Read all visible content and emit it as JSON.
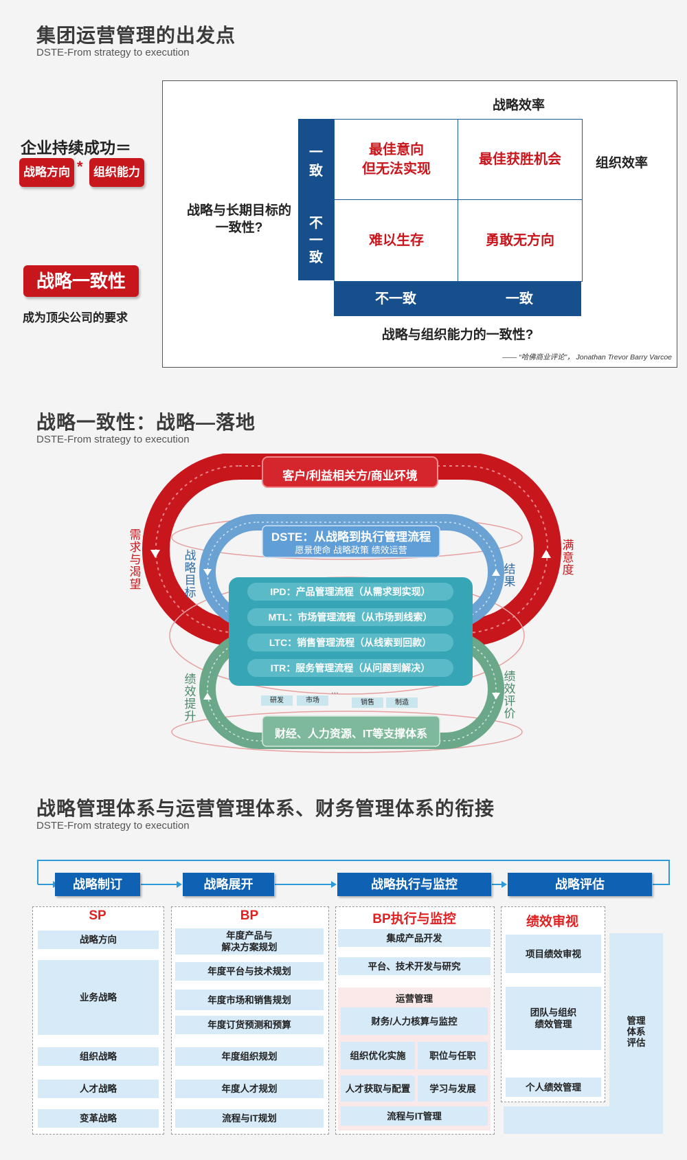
{
  "section1": {
    "title": "集团运营管理的出发点",
    "subtitle": "DSTE-From strategy to execution",
    "success_label": "企业持续成功＝",
    "factor_a": "战略方向",
    "multiply": "*",
    "factor_b": "组织能力",
    "consistency_badge": "战略一致性",
    "consistency_caption": "成为顶尖公司的要求",
    "matrix": {
      "top_label": "战略效率",
      "right_label": "组织效率",
      "left_label_line1": "战略与长期目标的",
      "left_label_line2": "一致性?",
      "row_top": "一\n致",
      "row_bottom": "不\n一\n致",
      "col_left": "不一致",
      "col_right": "一致",
      "bottom_label": "战略与组织能力的一致性?",
      "cell_tl": "最佳意向\n但无法实现",
      "cell_tr": "最佳获胜机会",
      "cell_bl": "难以生存",
      "cell_br": "勇敢无方向",
      "source": "——  “哈佛商业评论”， Jonathan Trevor Barry Varcoe"
    }
  },
  "section2": {
    "title": "战略一致性：战略—落地",
    "subtitle": "DSTE-From strategy to execution",
    "outer_top": "客户/利益相关方/商业环境",
    "outer_left": "需\n求\n与\n渴\n望",
    "outer_right": "满\n意\n度",
    "dste_title": "DSTE：从战略到执行管理流程",
    "dste_sub": "愿景使命 战略政策 绩效运营",
    "blue_left": "战\n略\n目\n标",
    "blue_right": "结\n果",
    "processes": [
      "IPD：产品管理流程（从需求到实现）",
      "MTL：市场管理流程（从市场到线索）",
      "LTC：销售管理流程（从线索到回款）",
      "ITR：服务管理流程（从问题到解决）"
    ],
    "green_left": "绩\n效\n提\n升",
    "green_right": "绩\n效\n评\n价",
    "small_tags": [
      "研发",
      "市场",
      "销售",
      "制造"
    ],
    "ellipsis": "…",
    "support": "财经、人力资源、IT等支撑体系"
  },
  "section3": {
    "title": "战略管理体系与运营管理体系、财务管理体系的衔接",
    "subtitle": "DSTE-From strategy to execution",
    "phases": [
      "战略制订",
      "战略展开",
      "战略执行与监控",
      "战略评估"
    ],
    "col1": {
      "title": "SP",
      "items": [
        "战略方向",
        "业务战略",
        "组织战略",
        "人才战略",
        "变革战略"
      ]
    },
    "col2": {
      "title": "BP",
      "items": [
        "年度产品与\n解决方案规划",
        "年度平台与技术规划",
        "年度市场和销售规划",
        "年度订货预测和预算",
        "年度组织规划",
        "年度人才规划",
        "流程与IT规划"
      ]
    },
    "col3": {
      "title": "BP执行与监控",
      "items": [
        "集成产品开发",
        "平台、技术开发与研究",
        "运营管理",
        "财务/人力核算与监控",
        "组织优化实施",
        "职位与任职",
        "人才获取与配置",
        "学习与发展",
        "流程与IT管理"
      ]
    },
    "col4": {
      "title": "绩效审视",
      "items": [
        "项目绩效审视",
        "团队与组织\n绩效管理",
        "个人绩效管理"
      ]
    },
    "mgmt": "管理\n体系\n评估"
  },
  "colors": {
    "red": "#c8161d",
    "navy": "#164f8c",
    "blue": "#0f62b3",
    "light_blue": "#d6eaf8",
    "teal": "#3aa5b4",
    "green": "#5a9a7a"
  }
}
